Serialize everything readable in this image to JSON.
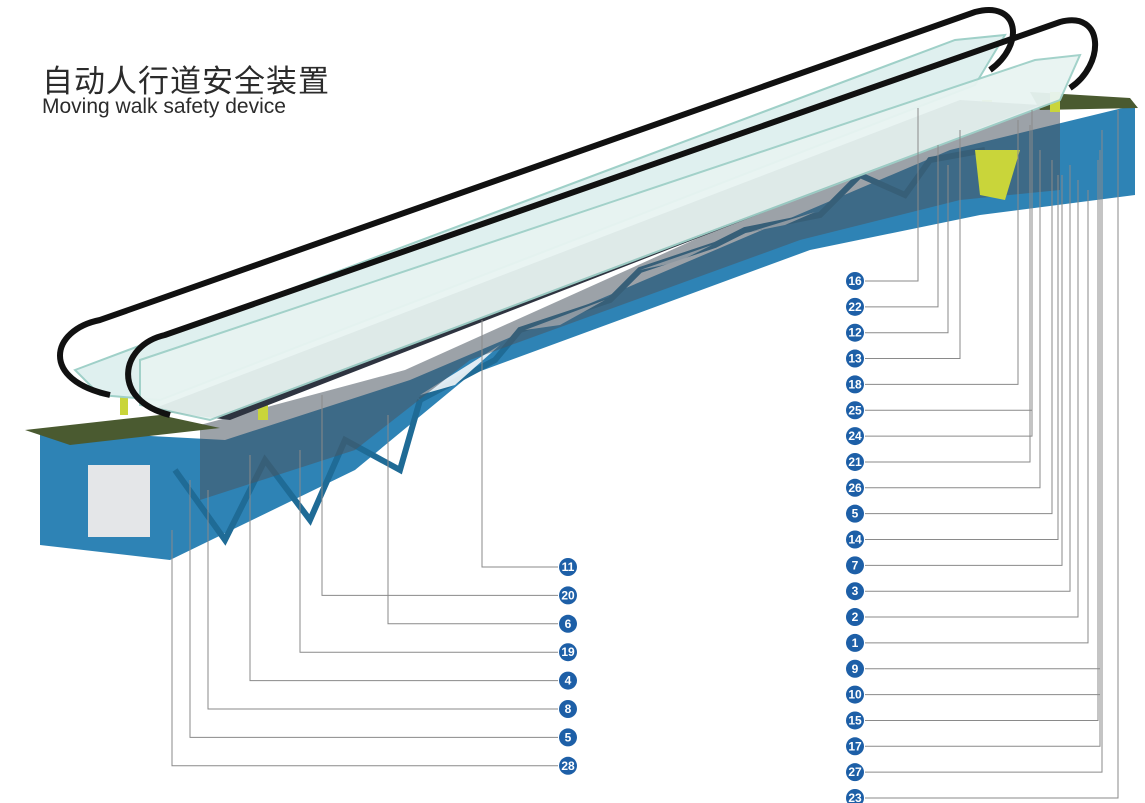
{
  "title": {
    "zh": "自动人行道安全装置",
    "en": "Moving walk safety device"
  },
  "colors": {
    "truss": "#2e83b5",
    "truss_dark": "#1f6b96",
    "glass": "#dff0ef",
    "glass_edge": "#9fd0c8",
    "handrail": "#111111",
    "floor": "#3a4a2a",
    "badge": "#1d5fa7",
    "leader": "#8a8a8a"
  },
  "callouts_left_column": [
    "11",
    "20",
    "6",
    "19",
    "4",
    "8",
    "5",
    "28"
  ],
  "callouts_right_column": [
    "16",
    "22",
    "12",
    "13",
    "18",
    "25",
    "24",
    "21",
    "26",
    "5",
    "14",
    "7",
    "3",
    "2",
    "1",
    "9",
    "10",
    "15",
    "17",
    "27",
    "23"
  ]
}
